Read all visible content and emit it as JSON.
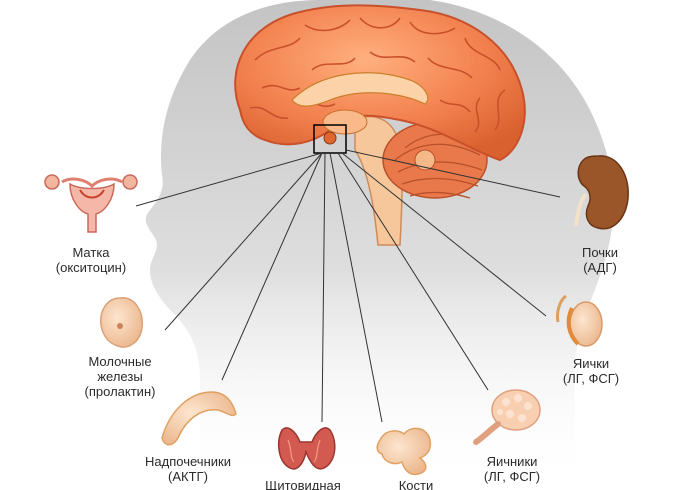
{
  "labels": {
    "uterus": {
      "name": "Матка",
      "hormone": "(окситоцин)"
    },
    "mammary": {
      "line1": "Молочные",
      "line2": "железы",
      "hormone": "(пролактин)"
    },
    "adrenal": {
      "name": "Надпочечники",
      "hormone": "(АКТГ)"
    },
    "thyroid": {
      "name": "Щитовидная"
    },
    "bones": {
      "name": "Кости"
    },
    "ovaries": {
      "name": "Яичники",
      "hormone": "(ЛГ, ФСГ)"
    },
    "testes": {
      "name": "Яички",
      "hormone": "(ЛГ, ФСГ)"
    },
    "kidney": {
      "name": "Почки",
      "hormone": "(АДГ)"
    }
  },
  "colors": {
    "brain": "#f2804e",
    "brain_dark": "#c9502a",
    "head_silhouette": "#cfcfcf",
    "organ_tissue": "#f3c7a6",
    "kidney": "#8a4a22",
    "thyroid": "#c8564f",
    "leader_line": "#333333",
    "label_text": "#2b2b2b"
  },
  "icons": {
    "uterus": "uterus-icon",
    "mammary": "breast-icon",
    "adrenal": "adrenal-gland-icon",
    "thyroid": "thyroid-icon",
    "bones": "bone-icon",
    "ovaries": "ovary-icon",
    "testes": "testis-icon",
    "kidney": "kidney-icon",
    "pituitary": "pituitary-highlight-box"
  }
}
